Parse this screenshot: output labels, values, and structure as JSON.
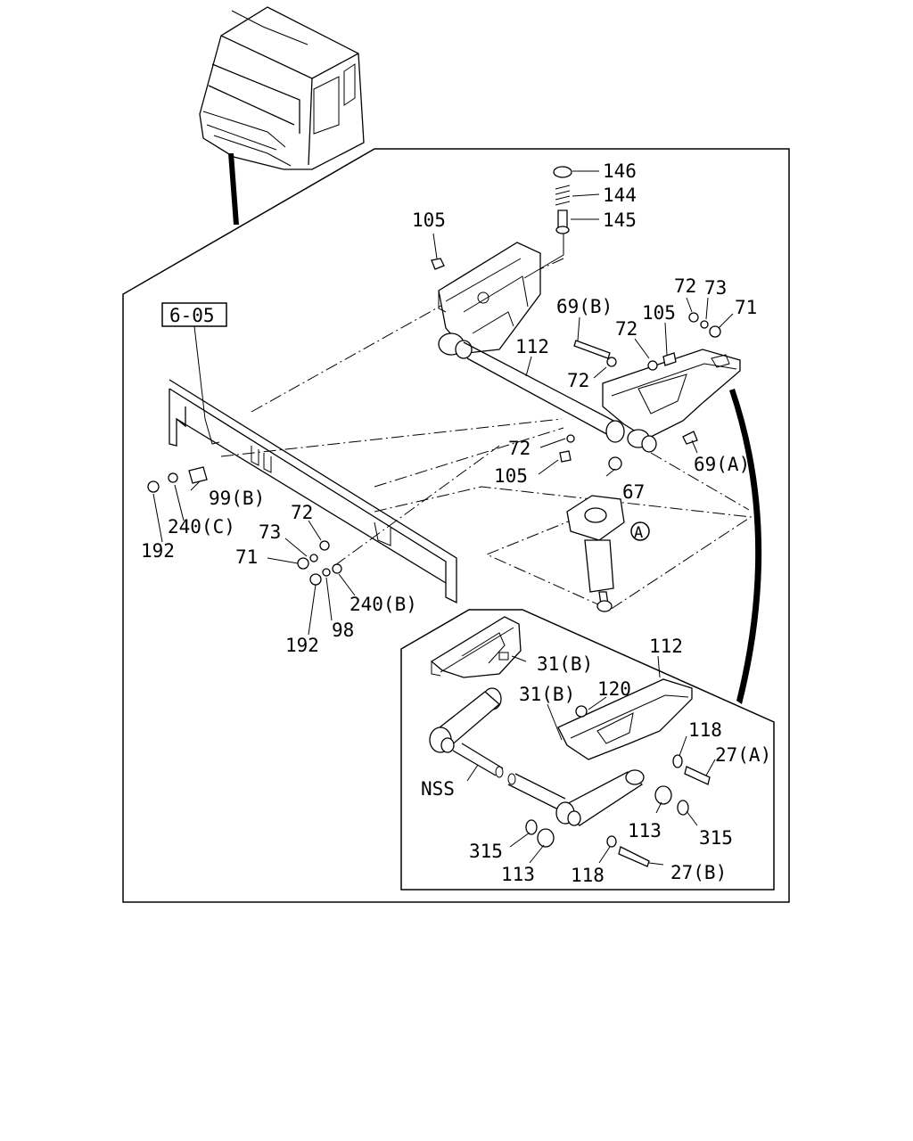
{
  "ref_box": "6-05",
  "circle_marker": "A",
  "callouts": {
    "c146": "146",
    "c144": "144",
    "c145": "145",
    "c105a": "105",
    "c69b": "69(B)",
    "c72a": "72",
    "c73a": "73",
    "c71a": "71",
    "c105b": "105",
    "c72b": "72",
    "c112a": "112",
    "c72c": "72",
    "c72d": "72",
    "c105c": "105",
    "c69a": "69(A)",
    "c67": "67",
    "c99b": "99(B)",
    "c240c": "240(C)",
    "c192a": "192",
    "c72e": "72",
    "c73b": "73",
    "c71b": "71",
    "c240b": "240(B)",
    "c192b": "192",
    "c98": "98",
    "c112b": "112",
    "c31b_a": "31(B)",
    "c31b_b": "31(B)",
    "c120": "120",
    "c118a": "118",
    "c27a": "27(A)",
    "cnss": "NSS",
    "c113a": "113",
    "c315a": "315",
    "c315b": "315",
    "c113b": "113",
    "c118b": "118",
    "c27b": "27(B)"
  }
}
